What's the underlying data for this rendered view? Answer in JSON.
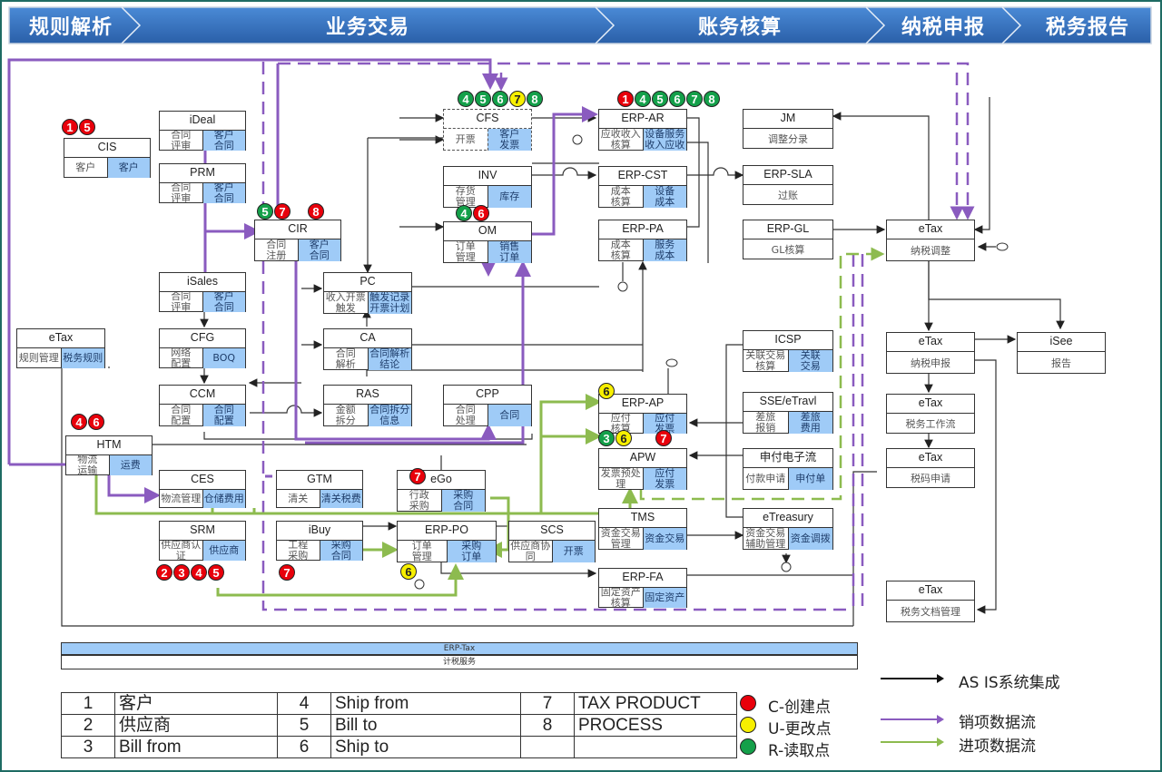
{
  "stages": [
    {
      "label": "规则解析"
    },
    {
      "label": "业务交易"
    },
    {
      "label": "账务核算"
    },
    {
      "label": "纳税申报"
    },
    {
      "label": "税务报告"
    }
  ],
  "colors": {
    "banner": "#2f6db6",
    "blue_cell": "#9fcbf7",
    "create": "#e8000b",
    "update": "#f7ef00",
    "read": "#14a04a",
    "sales_flow": "#8a5bbf",
    "purchase_flow": "#8dbb4f"
  },
  "systems": {
    "cis": {
      "name": "CIS",
      "left": "客户",
      "right": "客户"
    },
    "ideal": {
      "name": "iDeal",
      "left": "合同\n评审",
      "right": "客户\n合同"
    },
    "prm": {
      "name": "PRM",
      "left": "合同\n评审",
      "right": "客户\n合同"
    },
    "cir": {
      "name": "CIR",
      "left": "合同\n注册",
      "right": "客户\n合同"
    },
    "isales": {
      "name": "iSales",
      "left": "合同\n评审",
      "right": "客户\n合同"
    },
    "cfg": {
      "name": "CFG",
      "left": "网络\n配置",
      "right": "BOQ"
    },
    "ccm": {
      "name": "CCM",
      "left": "合同\n配置",
      "right": "合同\n配置"
    },
    "etax_rule": {
      "name": "eTax",
      "left": "规则管理",
      "right": "税务规则"
    },
    "htm": {
      "name": "HTM",
      "left": "物流\n运输",
      "right": "运费"
    },
    "pc": {
      "name": "PC",
      "left": "收入开票\n触发",
      "right": "触发记录\n开票计划"
    },
    "ca": {
      "name": "CA",
      "left": "合同\n解析",
      "right": "合同解析\n结论"
    },
    "ras": {
      "name": "RAS",
      "left": "金额\n拆分",
      "right": "合同拆分\n信息"
    },
    "cfs": {
      "name": "CFS",
      "left": "开票",
      "right": "客户\n发票"
    },
    "inv": {
      "name": "INV",
      "left": "存货\n管理",
      "right": "库存"
    },
    "om": {
      "name": "OM",
      "left": "订单\n管理",
      "right": "销售\n订单"
    },
    "cpp": {
      "name": "CPP",
      "left": "合同\n处理",
      "right": "合同"
    },
    "ces": {
      "name": "CES",
      "left": "物流管理",
      "right": "仓储费用"
    },
    "gtm": {
      "name": "GTM",
      "left": "清关",
      "right": "清关税费"
    },
    "ego": {
      "name": "eGo",
      "left": "行政\n采购",
      "right": "采购\n合同"
    },
    "srm": {
      "name": "SRM",
      "left": "供应商认\n证",
      "right": "供应商"
    },
    "ibuy": {
      "name": "iBuy",
      "left": "工程\n采购",
      "right": "采购\n合同"
    },
    "erp_po": {
      "name": "ERP-PO",
      "left": "订单\n管理",
      "right": "采购\n订单"
    },
    "scs": {
      "name": "SCS",
      "left": "供应商协\n同",
      "right": "开票"
    },
    "erp_ar": {
      "name": "ERP-AR",
      "left": "应收收入\n核算",
      "right": "设备服务\n收入应收"
    },
    "erp_cst": {
      "name": "ERP-CST",
      "left": "成本\n核算",
      "right": "设备\n成本"
    },
    "erp_pa": {
      "name": "ERP-PA",
      "left": "成本\n核算",
      "right": "服务\n成本"
    },
    "erp_ap": {
      "name": "ERP-AP",
      "left": "应付\n核算",
      "right": "应付\n发票"
    },
    "apw": {
      "name": "APW",
      "left": "发票预处\n理",
      "right": "应付\n发票"
    },
    "tms": {
      "name": "TMS",
      "left": "资金交易\n管理",
      "right": "资金交易"
    },
    "erp_fa": {
      "name": "ERP-FA",
      "left": "固定资产\n核算",
      "right": "固定资产"
    },
    "jm": {
      "name": "JM",
      "body": "调整分录"
    },
    "erp_sla": {
      "name": "ERP-SLA",
      "body": "过账"
    },
    "erp_gl": {
      "name": "ERP-GL",
      "body": "GL核算"
    },
    "icsp": {
      "name": "ICSP",
      "left": "关联交易\n核算",
      "right": "关联\n交易"
    },
    "sse": {
      "name": "SSE/eTravl",
      "left": "差旅\n报销",
      "right": "差旅\n费用"
    },
    "payflow": {
      "name": "申付电子流",
      "left": "付款申请",
      "right": "申付单"
    },
    "etreasury": {
      "name": "eTreasury",
      "left": "资金交易\n辅助管理",
      "right": "资金调拨"
    },
    "etax_adj": {
      "name": "eTax",
      "body": "纳税调整"
    },
    "etax_decl": {
      "name": "eTax",
      "body": "纳税申报"
    },
    "isee": {
      "name": "iSee",
      "body": "报告"
    },
    "etax_wf": {
      "name": "eTax",
      "body": "税务工作流"
    },
    "etax_code": {
      "name": "eTax",
      "body": "税码申请"
    },
    "etax_doc": {
      "name": "eTax",
      "body": "税务文档管理"
    }
  },
  "badges": {
    "cis": [
      [
        "1",
        "r"
      ],
      [
        "5",
        "r"
      ]
    ],
    "cfs": [
      [
        "4",
        "g"
      ],
      [
        "5",
        "g"
      ],
      [
        "6",
        "g"
      ],
      [
        "7",
        "y"
      ],
      [
        "8",
        "g"
      ]
    ],
    "erp_ar": [
      [
        "1",
        "r"
      ],
      [
        "4",
        "g"
      ],
      [
        "5",
        "g"
      ],
      [
        "6",
        "g"
      ],
      [
        "7",
        "g"
      ],
      [
        "8",
        "g"
      ]
    ],
    "cir_a": [
      [
        "5",
        "g"
      ],
      [
        "7",
        "r"
      ]
    ],
    "cir_b": [
      [
        "8",
        "r"
      ]
    ],
    "om": [
      [
        "4",
        "g"
      ],
      [
        "6",
        "r"
      ]
    ],
    "htm": [
      [
        "4",
        "r"
      ],
      [
        "6",
        "r"
      ]
    ],
    "erp_ap": [
      [
        "6",
        "y"
      ]
    ],
    "apw_a": [
      [
        "3",
        "g"
      ],
      [
        "6",
        "y"
      ]
    ],
    "apw_b": [
      [
        "7",
        "r"
      ]
    ],
    "ego": [
      [
        "7",
        "r"
      ]
    ],
    "srm": [
      [
        "2",
        "r"
      ],
      [
        "3",
        "r"
      ],
      [
        "4",
        "r"
      ],
      [
        "5",
        "r"
      ]
    ],
    "ibuy": [
      [
        "7",
        "r"
      ]
    ],
    "erp_po": [
      [
        "6",
        "y"
      ]
    ]
  },
  "connectors": {
    "a": "A",
    "b": "B"
  },
  "bars": {
    "top": "ERP-Tax",
    "bottom": "计税服务"
  },
  "legend_table": [
    [
      {
        "n": "1",
        "t": "客户"
      },
      {
        "n": "4",
        "t": "Ship from"
      },
      {
        "n": "7",
        "t": "TAX PRODUCT"
      }
    ],
    [
      {
        "n": "2",
        "t": "供应商"
      },
      {
        "n": "5",
        "t": "Bill to"
      },
      {
        "n": "8",
        "t": "PROCESS"
      }
    ],
    [
      {
        "n": "3",
        "t": "Bill from"
      },
      {
        "n": "6",
        "t": "Ship to"
      },
      {
        "n": "",
        "t": ""
      }
    ]
  ],
  "legend": {
    "create": "C-创建点",
    "update": "U-更改点",
    "read": "R-读取点",
    "as_is": "AS IS系统集成",
    "sales_flow": "销项数据流",
    "purchase_flow": "进项数据流"
  }
}
